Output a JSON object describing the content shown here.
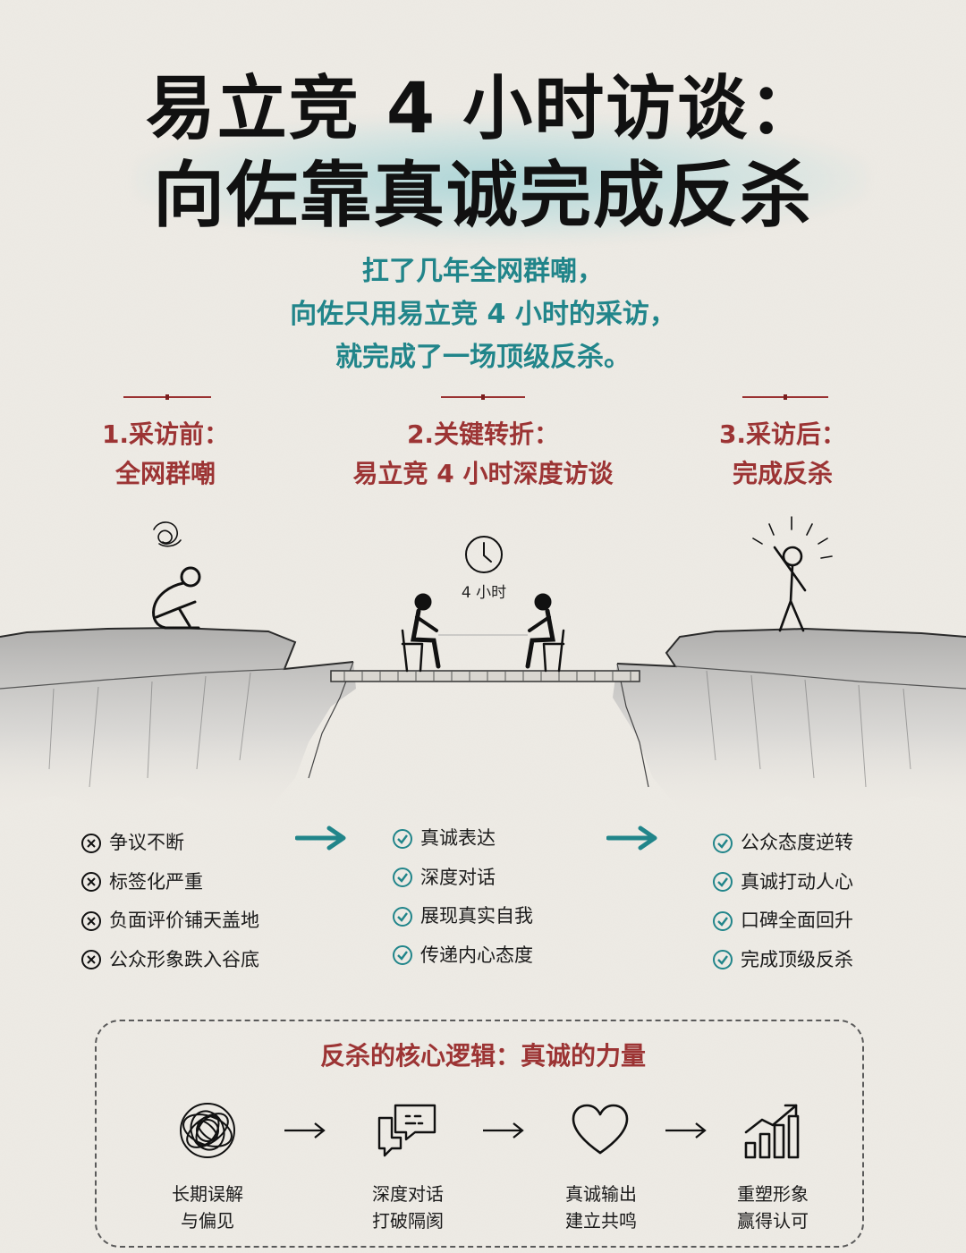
{
  "title": {
    "line1": "易立竞 4 小时访谈：",
    "line2": "向佐靠真诚完成反杀"
  },
  "subtitle": [
    "扛了几年全网群嘲，",
    "向佐只用易立竞 4 小时的采访，",
    "就完成了一场顶级反杀。"
  ],
  "stages": [
    {
      "heading": "1.采访前：",
      "name": "全网群嘲"
    },
    {
      "heading": "2.关键转折：",
      "name": "易立竞 4 小时深度访谈"
    },
    {
      "heading": "3.采访后：",
      "name": "完成反杀"
    }
  ],
  "clock_label": "4 小时",
  "lists": {
    "before": [
      "争议不断",
      "标签化严重",
      "负面评价铺天盖地",
      "公众形象跌入谷底"
    ],
    "turning": [
      "真诚表达",
      "深度对话",
      "展现真实自我",
      "传递内心态度"
    ],
    "after": [
      "公众态度逆转",
      "真诚打动人心",
      "口碑全面回升",
      "完成顶级反杀"
    ]
  },
  "logic": {
    "title": "反杀的核心逻辑：真诚的力量",
    "steps": [
      {
        "icon": "tangle-icon",
        "line1": "长期误解",
        "line2": "与偏见"
      },
      {
        "icon": "chat-icon",
        "line1": "深度对话",
        "line2": "打破隔阂"
      },
      {
        "icon": "heart-icon",
        "line1": "真诚输出",
        "line2": "建立共鸣"
      },
      {
        "icon": "growth-chart-icon",
        "line1": "重塑形象",
        "line2": "赢得认可"
      }
    ]
  },
  "colors": {
    "background": "#eeebe5",
    "teal": "#21858a",
    "red": "#9c3434",
    "ink": "#1b1b1b"
  }
}
